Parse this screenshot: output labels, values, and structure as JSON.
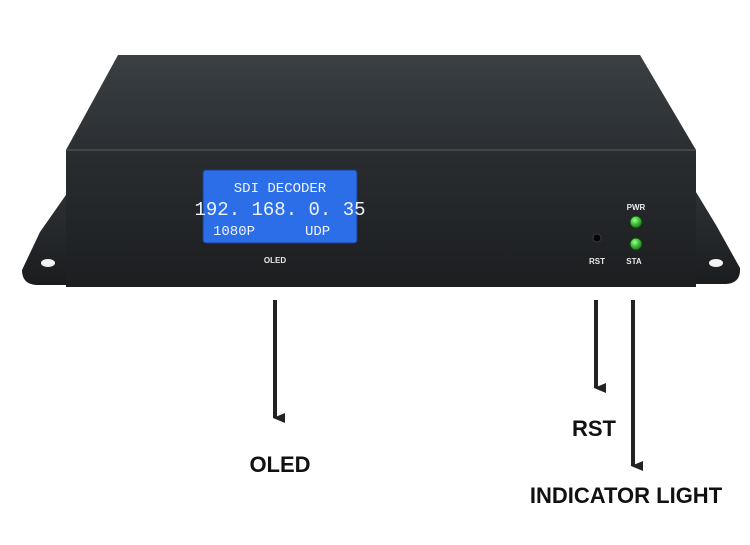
{
  "device": {
    "display": {
      "line1": "SDI DECODER",
      "line2": "192. 168. 0. 35",
      "line3_left": "1080P",
      "line3_right": "UDP"
    },
    "panel_labels": {
      "oled": "OLED",
      "rst": "RST",
      "pwr": "PWR",
      "sta": "STA"
    },
    "colors": {
      "chassis": "#202325",
      "lcd": "#2c6ee8",
      "led": "#3fbf3a"
    }
  },
  "callouts": {
    "oled": "OLED",
    "rst": "RST",
    "indicator_light": "INDICATOR LIGHT"
  }
}
